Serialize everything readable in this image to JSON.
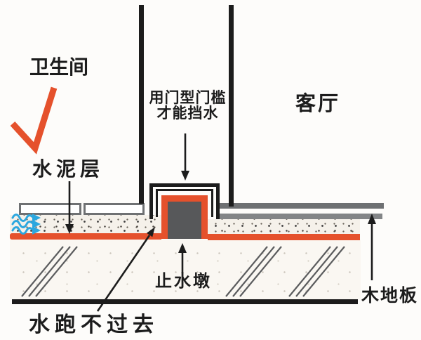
{
  "diagram": {
    "regions": {
      "bathroom_label": "卫生间",
      "living_room_label": "客厅"
    },
    "annotations": {
      "threshold_note_line1": "用门型门槛",
      "threshold_note_line2": "才能挡水",
      "cement_layer_label": "水泥层",
      "water_stop_pier_label": "止水墩",
      "wood_floor_label": "木地板",
      "water_blocked_label": "水跑不过去"
    },
    "icons": {
      "checkmark": "orange-checkmark",
      "water_flow": "blue-water-flow-arrows"
    },
    "colors": {
      "waterproof-orange": "#E5512C",
      "water-blue": "#2BA7DF",
      "pier-gray": "#57585A",
      "wood-gray-dark": "#6E7072",
      "wood-gray-light": "#838587",
      "tile-border-gray": "#6F7173",
      "ink-black": "#1C1C1C",
      "hatch-gray": "#5B5C5E"
    }
  }
}
